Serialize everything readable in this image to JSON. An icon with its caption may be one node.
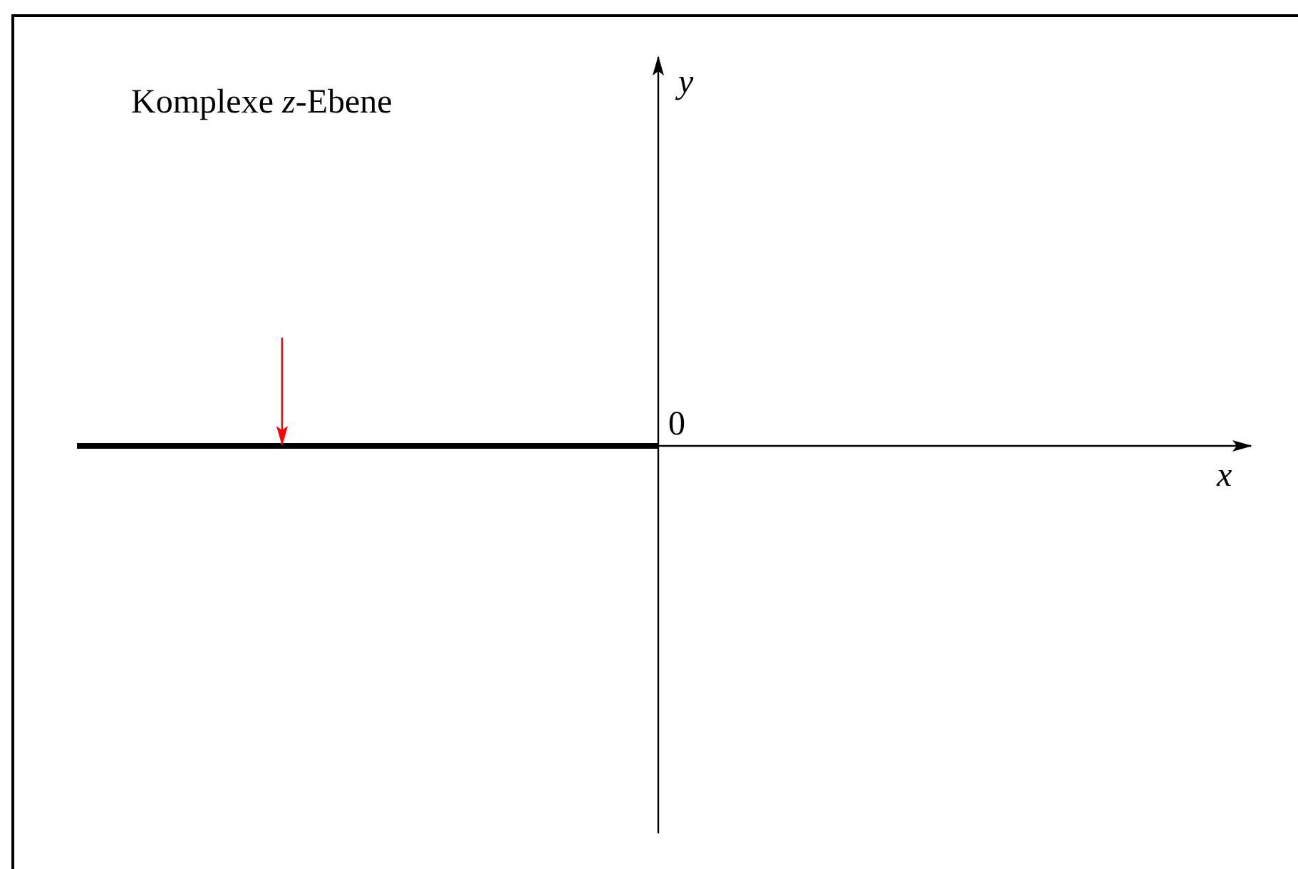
{
  "diagram": {
    "labels": [
      "Komplexe *z*-Ebene",
      "y",
      "0",
      "x"
    ]
  }
}
